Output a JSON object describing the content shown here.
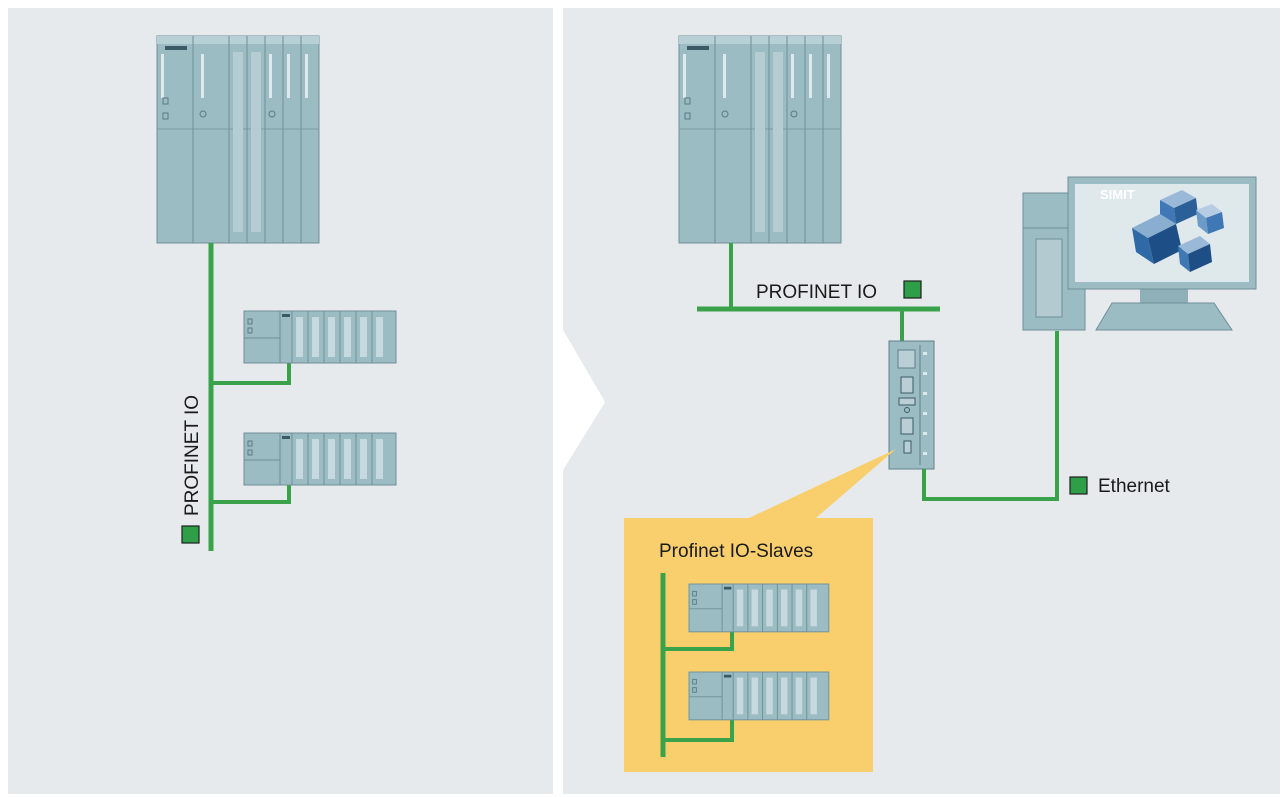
{
  "left_panel": {
    "bus_label": "PROFINET IO"
  },
  "right_panel": {
    "bus_label": "PROFINET IO",
    "ethernet_label": "Ethernet",
    "pc_screen_label": "SIMIT",
    "callout_title": "Profinet IO-Slaves"
  },
  "colors": {
    "background_panel": "#e7eaec",
    "module_fill": "#9fbfc6",
    "network_line": "#3aa24a",
    "legend_square": "#2e9e48",
    "callout_fill": "#f9cf6e"
  }
}
